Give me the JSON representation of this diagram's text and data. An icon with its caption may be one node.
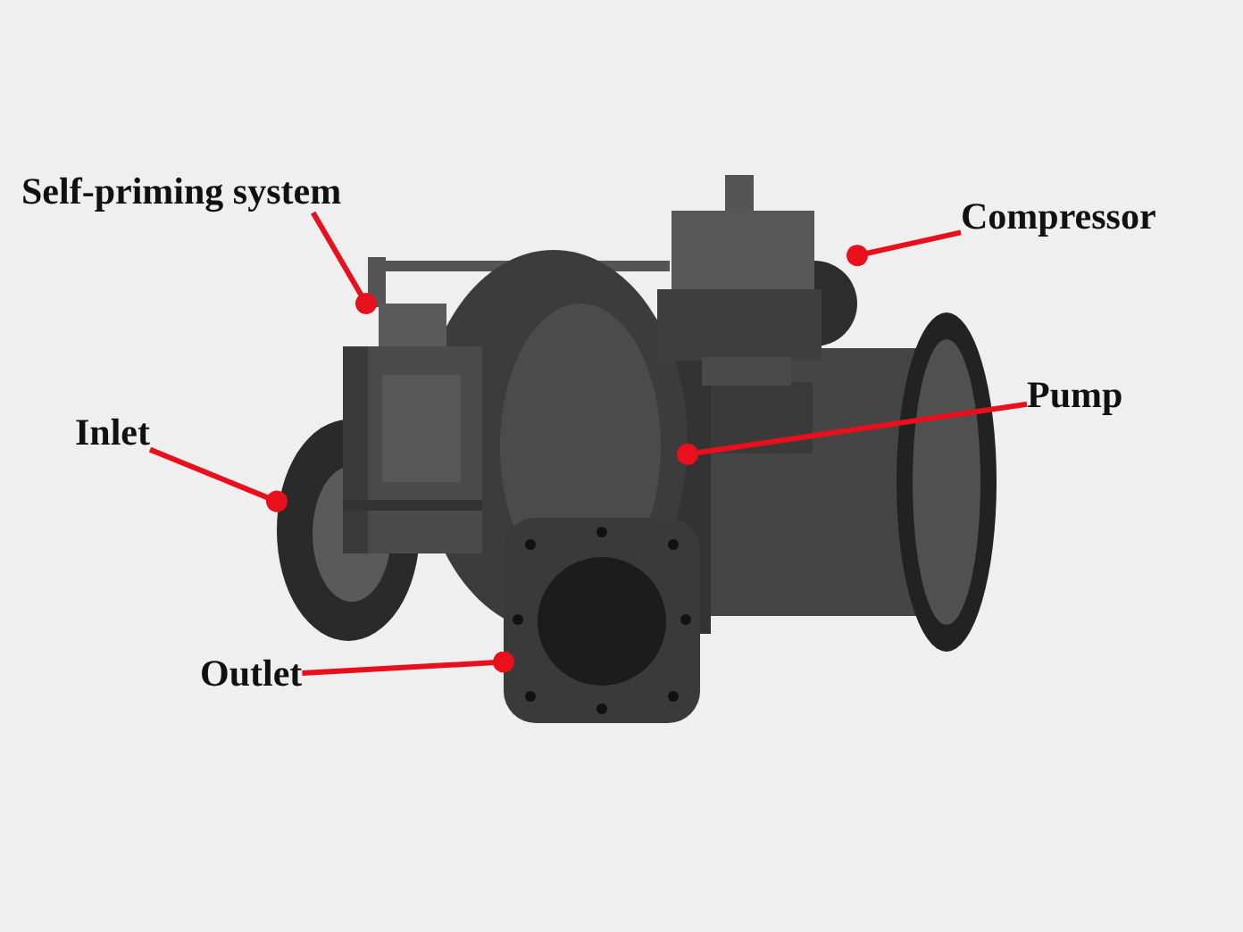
{
  "diagram": {
    "nodes": [
      {
        "text": [
          "Self-priming system"
        ]
      },
      {
        "text": [
          "Compressor"
        ]
      },
      {
        "text": [
          "Inlet"
        ]
      },
      {
        "text": [
          "Pump"
        ]
      },
      {
        "text": [
          "Outlet"
        ]
      },
      {
        "text": [],
        "shape": "picture"
      },
      {
        "text": [],
        "shape": "picture"
      },
      {
        "text": [],
        "shape": "picture"
      },
      {
        "text": [],
        "shape": "picture"
      },
      {
        "text": [],
        "shape": "picture"
      }
    ],
    "edges": [
      {
        "from": 0,
        "to": 6,
        "arrow": "other"
      },
      {
        "from": 1,
        "to": 9,
        "arrow": "other"
      },
      {
        "from": 2,
        "to": 5,
        "arrow": "other"
      },
      {
        "from": 3,
        "to": 7,
        "arrow": "other"
      },
      {
        "from": 4,
        "to": 8,
        "arrow": "other"
      }
    ]
  }
}
